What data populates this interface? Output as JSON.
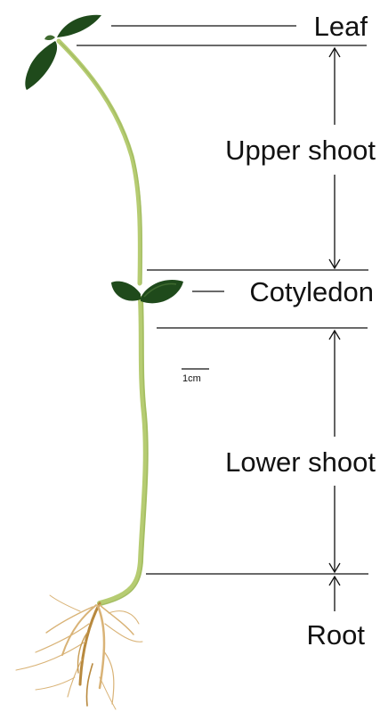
{
  "labels": {
    "leaf": "Leaf",
    "upper_shoot": "Upper shoot",
    "cotyledon": "Cotyledon",
    "lower_shoot": "Lower shoot",
    "root": "Root"
  },
  "scale_bar": {
    "label": "1cm"
  },
  "colors": {
    "stem": "#b6cc72",
    "stem_shade": "#96b256",
    "leaf": "#1f4a1b",
    "leaf_highlight": "#3f6a2f",
    "root": "#d9b377",
    "root_dark": "#b8893e",
    "line": "#111111"
  }
}
